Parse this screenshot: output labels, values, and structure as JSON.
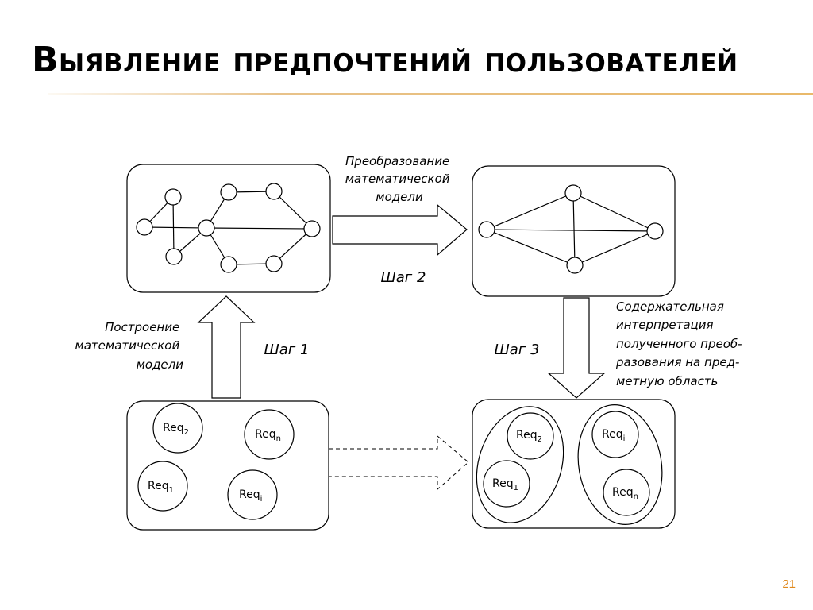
{
  "slide": {
    "title": "Выявление предпочтений пользователей",
    "page_number": "21",
    "accent_color": "#e9b96a",
    "page_number_color": "#e08a1e"
  },
  "captions": {
    "transform_model": [
      "Преобразование",
      "математической",
      "модели"
    ],
    "build_model": [
      "Построение",
      "математической",
      "модели"
    ],
    "interpretation": [
      "Содержательная",
      "интерпретация",
      "полученного преоб-",
      "разования на пред-",
      "метную область"
    ]
  },
  "steps": {
    "step1": "Шаг 1",
    "step2": "Шаг 2",
    "step3": "Шаг 3"
  },
  "requirements": {
    "base": "Req",
    "bottom_left": [
      "2",
      "n",
      "1",
      "i"
    ],
    "bottom_right": [
      "2",
      "1",
      "i",
      "n"
    ]
  },
  "edges": {
    "top_left": [
      [
        0,
        1
      ],
      [
        0,
        2
      ],
      [
        1,
        3
      ],
      [
        2,
        3
      ],
      [
        3,
        4
      ],
      [
        4,
        5
      ],
      [
        5,
        8
      ],
      [
        3,
        6
      ],
      [
        6,
        7
      ],
      [
        7,
        8
      ],
      [
        3,
        8
      ]
    ],
    "top_right": [
      [
        0,
        1
      ],
      [
        0,
        2
      ],
      [
        0,
        3
      ],
      [
        1,
        2
      ],
      [
        1,
        3
      ],
      [
        2,
        3
      ]
    ]
  }
}
